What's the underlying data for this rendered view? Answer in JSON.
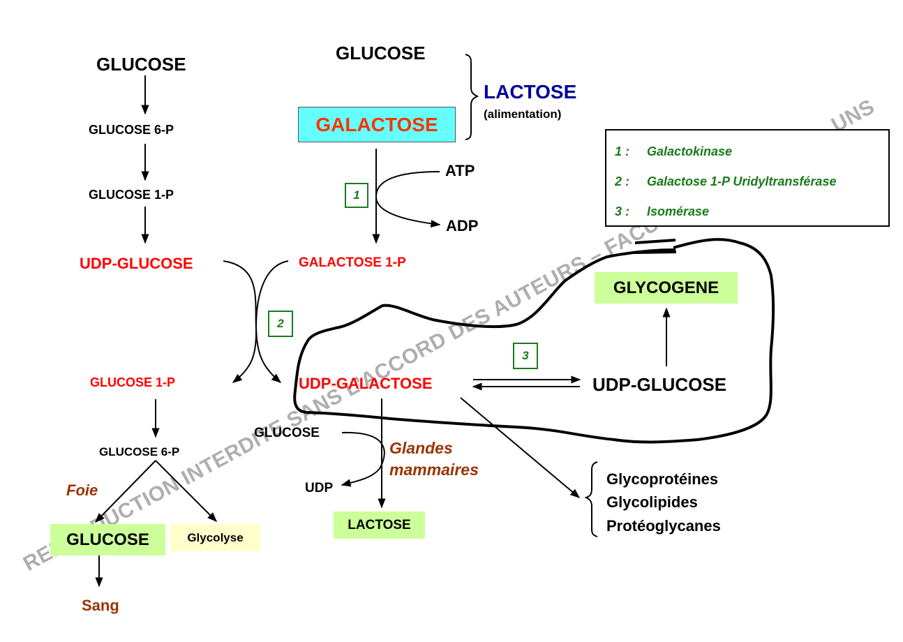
{
  "left_pathway": {
    "glucose": "GLUCOSE",
    "glucose_6p": "GLUCOSE 6-P",
    "glucose_1p": "GLUCOSE 1-P",
    "udp_glucose": "UDP-GLUCOSE",
    "glucose_1p_product": "GLUCOSE 1-P",
    "glucose_6p_lower": "GLUCOSE 6-P",
    "foie": "Foie",
    "glucose_box": "GLUCOSE",
    "glycolyse_box": "Glycolyse",
    "sang": "Sang"
  },
  "top_center": {
    "glucose": "GLUCOSE",
    "galactose_box": "GALACTOSE",
    "lactose": "LACTOSE",
    "alimentation": "(alimentation)",
    "atp": "ATP",
    "adp": "ADP",
    "galactose_1p": "GALACTOSE 1-P"
  },
  "center": {
    "udp_galactose": "UDP-GALACTOSE",
    "glucose_in": "GLUCOSE",
    "udp_out": "UDP",
    "glandes": "Glandes",
    "mammaires": "mammaires",
    "lactose_box": "LACTOSE"
  },
  "right": {
    "udp_glucose": "UDP-GLUCOSE",
    "glycogene_box": "GLYCOGENE",
    "products": [
      "Glycoprotéines",
      "Glycolipides",
      "Protéoglycanes"
    ]
  },
  "enzyme_markers": [
    "1",
    "2",
    "3"
  ],
  "legend": {
    "items": [
      {
        "num": "1 :",
        "name": "Galactokinase"
      },
      {
        "num": "2 :",
        "name": "Galactose 1-P Uridyltransférase"
      },
      {
        "num": "3 :",
        "name": "Isomérase"
      }
    ]
  },
  "watermark": "REPRODUCTION INTERDITE SANS L’ACCORD DES AUTEURS – FACULTE DE MEDECIN - UNS",
  "colors": {
    "metabolite_red": "#ff0000",
    "galactose_text": "#ff3300",
    "galactose_box_bg": "#66ffff",
    "lactose_blue": "#000099",
    "enzyme_green": "#1a7a1a",
    "organ_brown": "#993300",
    "green_box_bg": "#ccff99",
    "yellow_box_bg": "#ffffcc"
  }
}
